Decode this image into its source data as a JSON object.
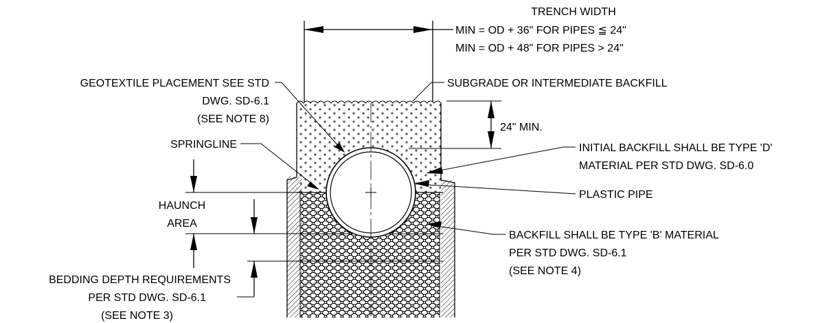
{
  "trench_width": {
    "title": "TRENCH WIDTH",
    "line1": "MIN = OD + 36\" FOR PIPES ≦ 24\"",
    "line2": "MIN = OD + 48\" FOR PIPES > 24\""
  },
  "geotextile": {
    "line1": "GEOTEXTILE PLACEMENT SEE STD",
    "line2": "DWG. SD-6.1",
    "line3": "(SEE NOTE 8)"
  },
  "subgrade": "SUBGRADE OR INTERMEDIATE BACKFILL",
  "cover_min": "24\" MIN.",
  "springline": "SPRINGLINE",
  "initial_backfill": {
    "line1": "INITIAL BACKFILL SHALL BE TYPE 'D'",
    "line2": "MATERIAL PER STD DWG. SD-6.0"
  },
  "plastic_pipe": "PLASTIC PIPE",
  "haunch": {
    "line1": "HAUNCH",
    "line2": "AREA"
  },
  "backfill_b": {
    "line1": "BACKFILL SHALL BE TYPE 'B' MATERIAL",
    "line2": "PER STD DWG. SD-6.1",
    "line3": "(SEE NOTE 4)"
  },
  "bedding": {
    "line1": "BEDDING DEPTH REQUIREMENTS",
    "line2": "PER STD DWG. SD-6.1",
    "line3": "(SEE NOTE 3)"
  },
  "colors": {
    "line": "#000000",
    "background": "#ffffff"
  }
}
